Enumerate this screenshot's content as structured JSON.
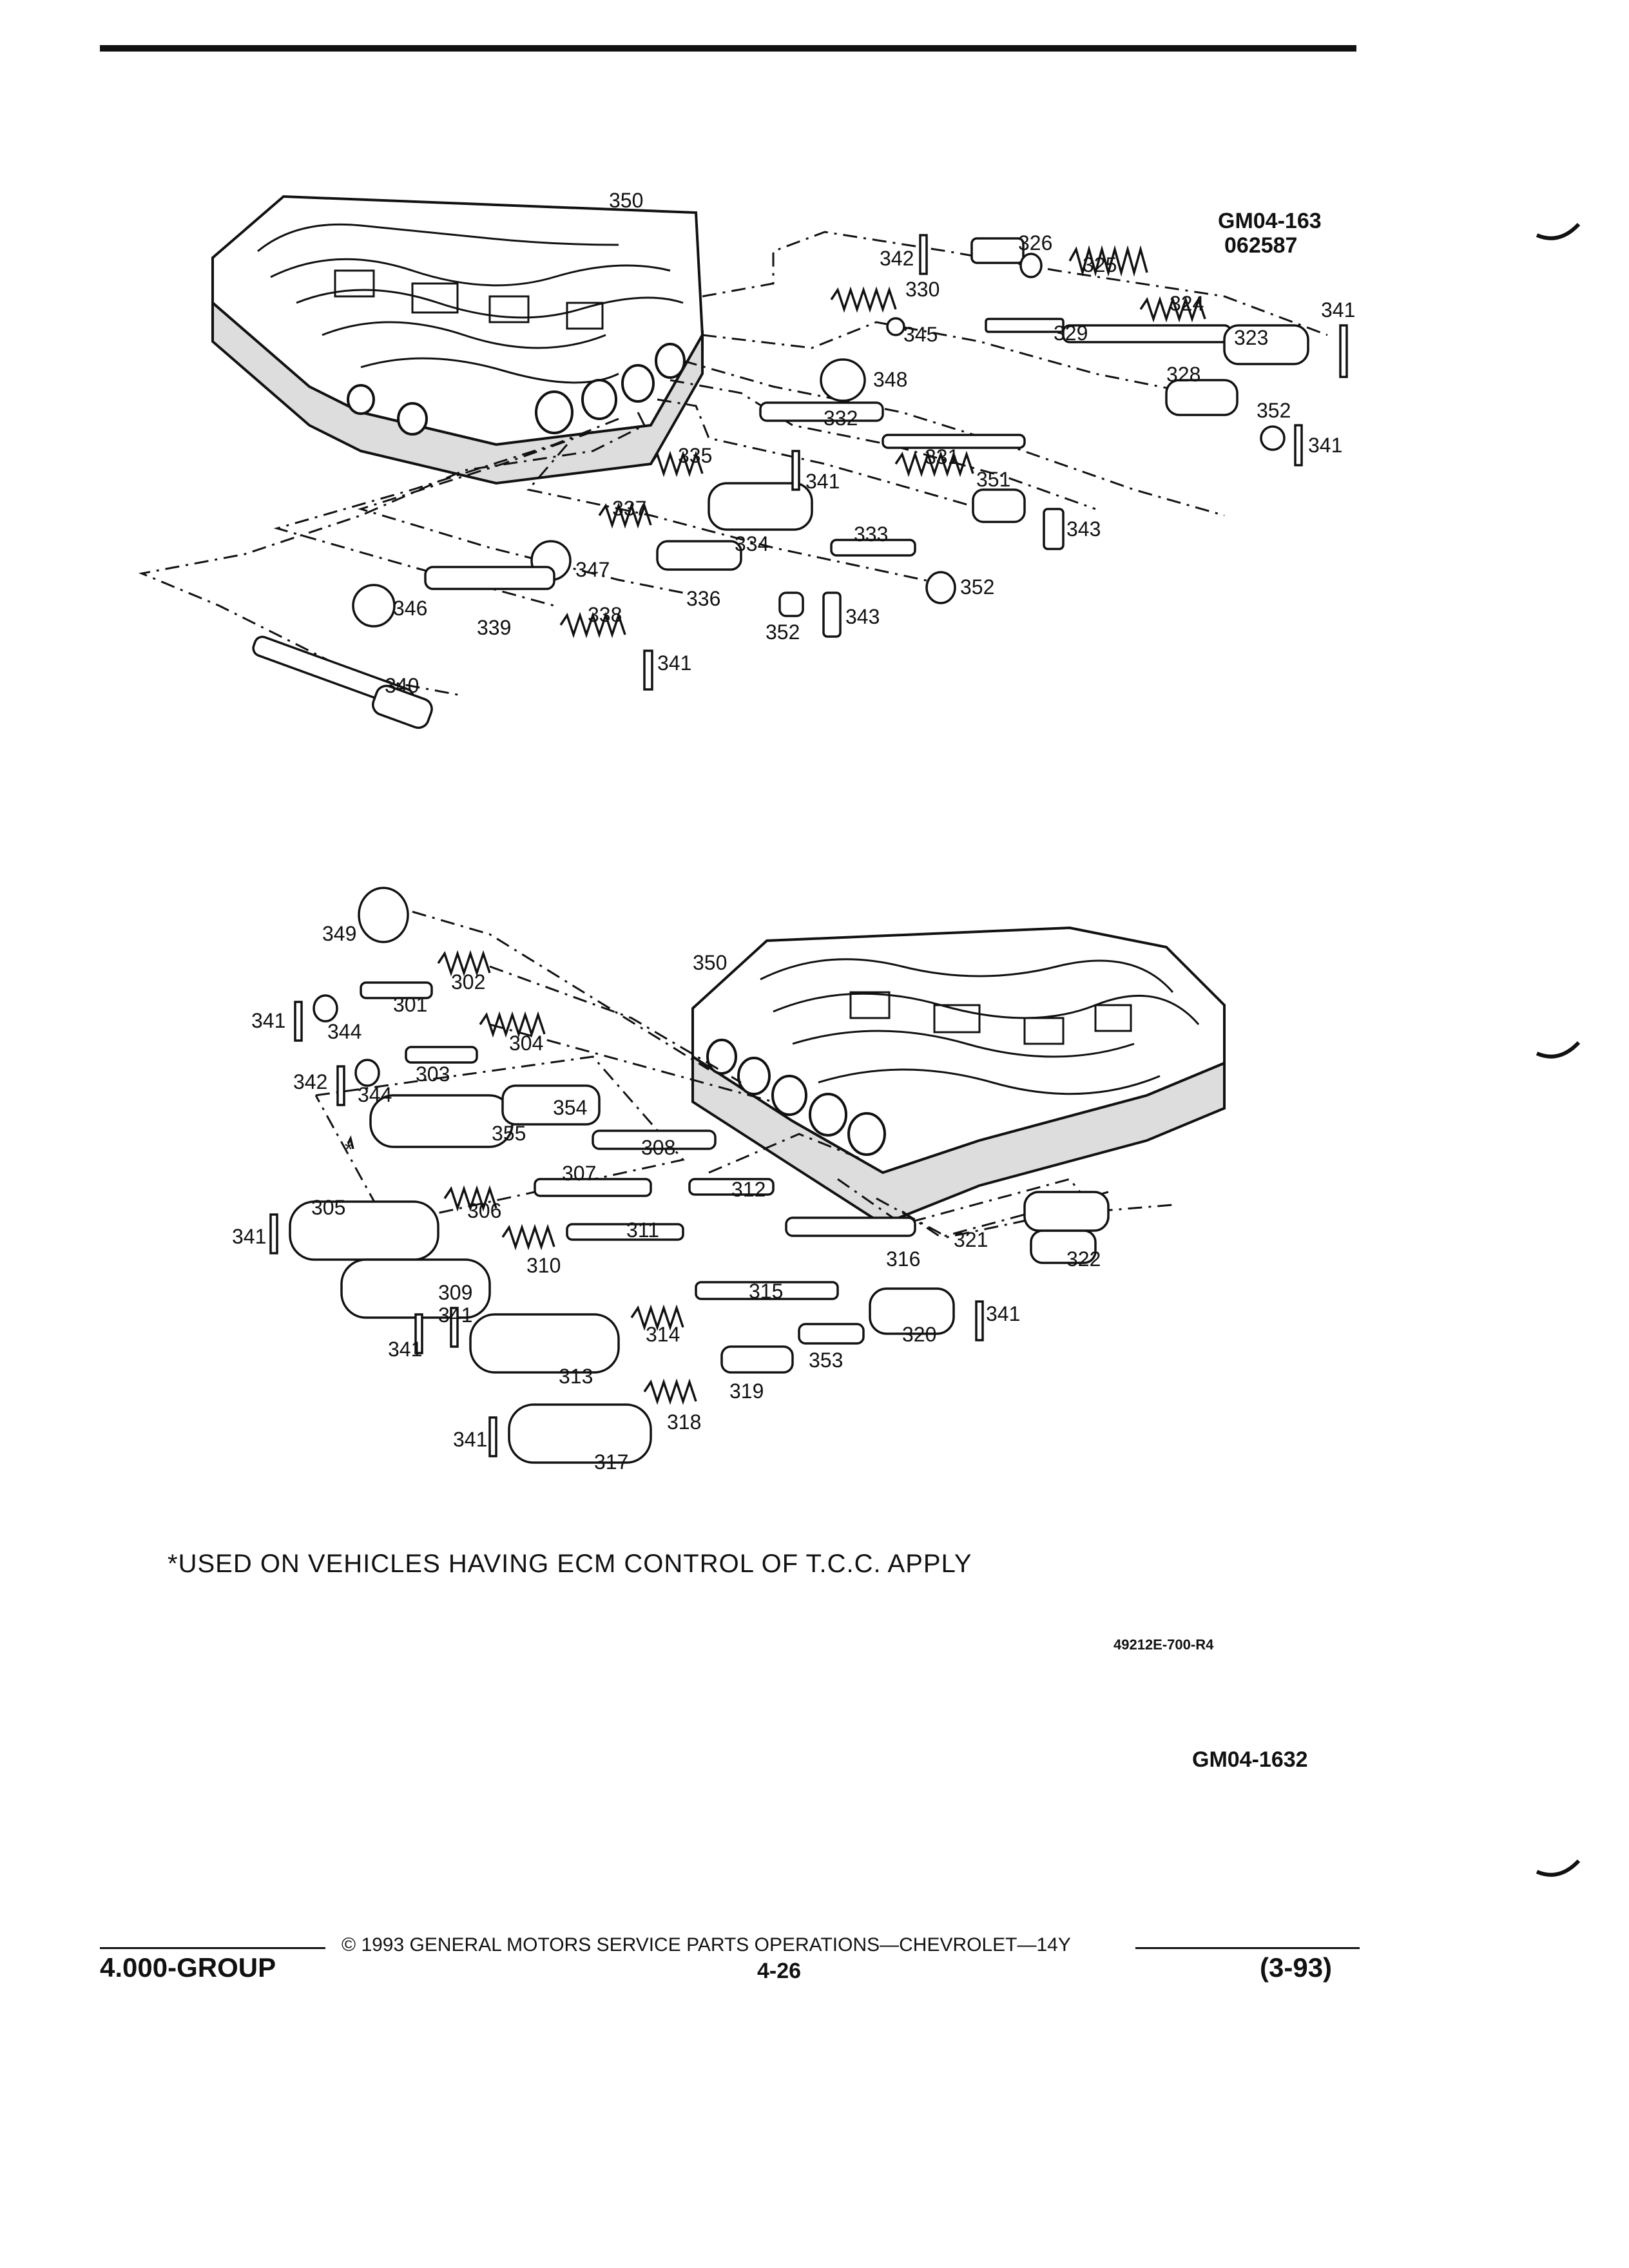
{
  "figure_codes": {
    "top_code": "GM04-163",
    "top_date_code": "062587",
    "drawing_number": "49212E-700-R4",
    "bottom_code": "GM04-1632"
  },
  "top_assembly_labels": [
    "350",
    "342",
    "326",
    "325",
    "330",
    "345",
    "324",
    "341",
    "323",
    "329",
    "348",
    "328",
    "352",
    "341",
    "332",
    "331",
    "351",
    "335",
    "341",
    "343",
    "334",
    "333",
    "337",
    "347",
    "336",
    "352",
    "346",
    "339",
    "338",
    "352",
    "343",
    "341",
    "340"
  ],
  "bottom_assembly_labels": [
    "349",
    "302",
    "350",
    "301",
    "341",
    "344",
    "304",
    "342",
    "303",
    "344",
    "354",
    "355",
    "308",
    "307",
    "312",
    "305",
    "306",
    "311",
    "341",
    "321",
    "322",
    "310",
    "316",
    "309",
    "315",
    "341",
    "341",
    "341",
    "314",
    "320",
    "313",
    "353",
    "319",
    "318",
    "341",
    "317"
  ],
  "footnote": "*USED ON VEHICLES HAVING ECM CONTROL OF T.C.C. APPLY",
  "footnote_marker": "*",
  "footer": {
    "copyright": "© 1993 GENERAL MOTORS SERVICE PARTS OPERATIONS—CHEVROLET—14Y",
    "group": "4.000-GROUP",
    "page": "4-26",
    "date": "(3-93)"
  }
}
